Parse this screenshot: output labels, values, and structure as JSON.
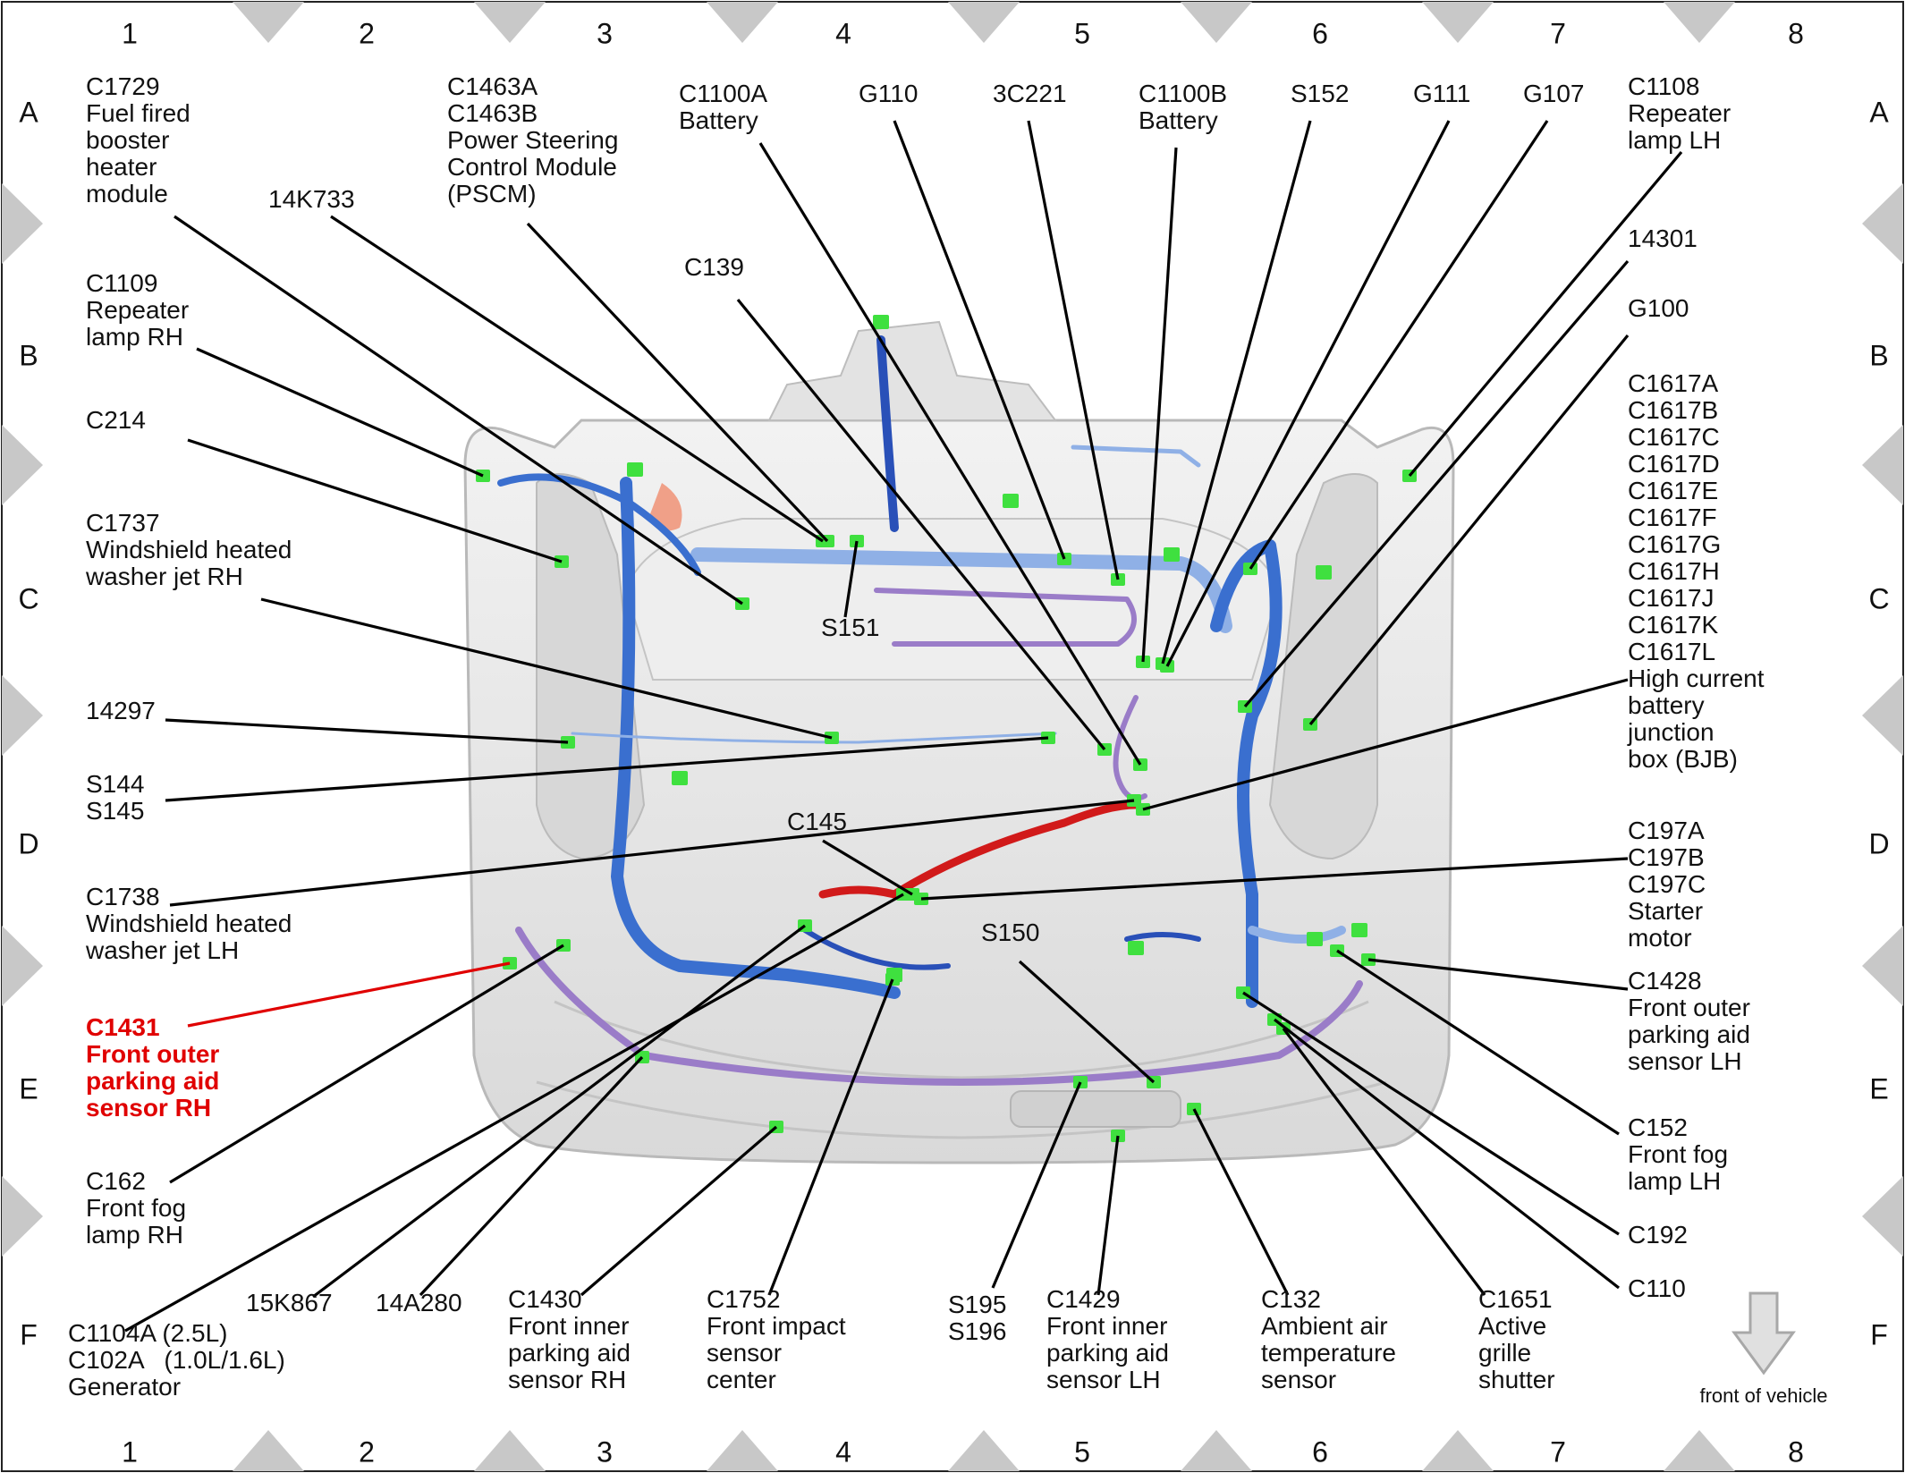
{
  "grid": {
    "columns": [
      "1",
      "2",
      "3",
      "4",
      "5",
      "6",
      "7",
      "8"
    ],
    "rows": [
      "A",
      "B",
      "C",
      "D",
      "E",
      "F"
    ]
  },
  "components": [
    {
      "id": "c1729",
      "lines": [
        "C1729",
        "Fuel fired",
        "booster",
        "heater",
        "module"
      ]
    },
    {
      "id": "c1463",
      "lines": [
        "C1463A",
        "C1463B",
        "Power Steering",
        "Control Module",
        "(PSCM)"
      ]
    },
    {
      "id": "c1100a",
      "lines": [
        "C1100A",
        "Battery"
      ]
    },
    {
      "id": "g110",
      "lines": [
        "G110"
      ]
    },
    {
      "id": "3c221",
      "lines": [
        "3C221"
      ]
    },
    {
      "id": "c1100b",
      "lines": [
        "C1100B",
        "Battery"
      ]
    },
    {
      "id": "s152",
      "lines": [
        "S152"
      ]
    },
    {
      "id": "g111",
      "lines": [
        "G111"
      ]
    },
    {
      "id": "g107",
      "lines": [
        "G107"
      ]
    },
    {
      "id": "c1108",
      "lines": [
        "C1108",
        "Repeater",
        "lamp LH"
      ]
    },
    {
      "id": "14k733",
      "lines": [
        "14K733"
      ]
    },
    {
      "id": "c139",
      "lines": [
        "C139"
      ]
    },
    {
      "id": "14301",
      "lines": [
        "14301"
      ]
    },
    {
      "id": "c1109",
      "lines": [
        "C1109",
        "Repeater",
        "lamp RH"
      ]
    },
    {
      "id": "g100",
      "lines": [
        "G100"
      ]
    },
    {
      "id": "c1617",
      "lines": [
        "C1617A",
        "C1617B",
        "C1617C",
        "C1617D",
        "C1617E",
        "C1617F",
        "C1617G",
        "C1617H",
        "C1617J",
        "C1617K",
        "C1617L",
        "High current",
        "battery",
        "junction",
        "box (BJB)"
      ]
    },
    {
      "id": "c214",
      "lines": [
        "C214"
      ]
    },
    {
      "id": "c1737",
      "lines": [
        "C1737",
        "Windshield heated",
        "washer jet RH"
      ]
    },
    {
      "id": "s151",
      "lines": [
        "S151"
      ]
    },
    {
      "id": "14297",
      "lines": [
        "14297"
      ]
    },
    {
      "id": "s144",
      "lines": [
        "S144",
        "S145"
      ]
    },
    {
      "id": "c145",
      "lines": [
        "C145"
      ]
    },
    {
      "id": "c197",
      "lines": [
        "C197A",
        "C197B",
        "C197C",
        "Starter",
        "motor"
      ]
    },
    {
      "id": "c1738",
      "lines": [
        "C1738",
        "Windshield heated",
        "washer jet LH"
      ]
    },
    {
      "id": "s150",
      "lines": [
        "S150"
      ]
    },
    {
      "id": "c1428",
      "lines": [
        "C1428",
        "Front outer",
        "parking aid",
        "sensor LH"
      ]
    },
    {
      "id": "c1431",
      "lines": [
        "C1431",
        "Front outer",
        "parking aid",
        "sensor RH"
      ]
    },
    {
      "id": "c152",
      "lines": [
        "C152",
        "Front fog",
        "lamp LH"
      ]
    },
    {
      "id": "c162",
      "lines": [
        "C162",
        "Front fog",
        "lamp RH"
      ]
    },
    {
      "id": "c192",
      "lines": [
        "C192"
      ]
    },
    {
      "id": "c110",
      "lines": [
        "C110"
      ]
    },
    {
      "id": "15k867",
      "lines": [
        "15K867"
      ]
    },
    {
      "id": "14a280",
      "lines": [
        "14A280"
      ]
    },
    {
      "id": "c1430",
      "lines": [
        "C1430",
        "Front inner",
        "parking aid",
        "sensor RH"
      ]
    },
    {
      "id": "c1752",
      "lines": [
        "C1752",
        "Front impact",
        "sensor",
        "center"
      ]
    },
    {
      "id": "s195",
      "lines": [
        "S195",
        "S196"
      ]
    },
    {
      "id": "c1429",
      "lines": [
        "C1429",
        "Front inner",
        "parking aid",
        "sensor LH"
      ]
    },
    {
      "id": "c132",
      "lines": [
        "C132",
        "Ambient air",
        "temperature",
        "sensor"
      ]
    },
    {
      "id": "c1651",
      "lines": [
        "C1651",
        "Active",
        "grille",
        "shutter"
      ]
    },
    {
      "id": "c1104",
      "lines": [
        "C1104A (2.5L)",
        "C102A   (1.0L/1.6L)",
        "Generator"
      ]
    }
  ],
  "highlighted_component": "c1431",
  "front_of_vehicle_label": "front of vehicle",
  "colors": {
    "highlight": "#e00000",
    "harness_blue": "#3a6fcf",
    "harness_light_blue": "#8fb0e6",
    "harness_purple": "#9a7cc8",
    "battery_cable_red": "#d11a1a",
    "connector_green": "#3fe03f",
    "body_gray": "#e6e6e6",
    "border_chevron_gray": "#c8c8c8"
  }
}
